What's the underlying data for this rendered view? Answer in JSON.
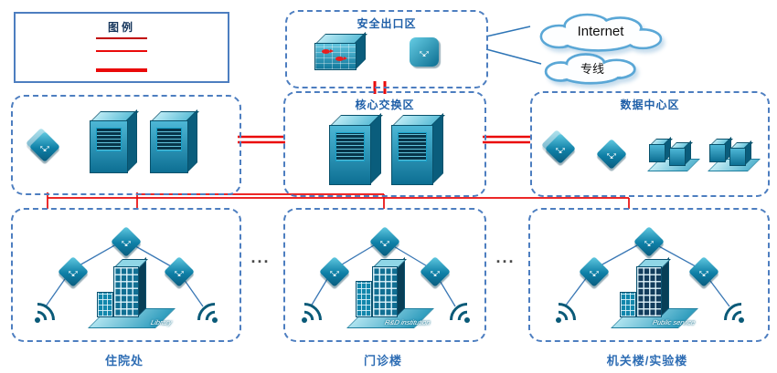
{
  "legend": {
    "title": "图例"
  },
  "clouds": {
    "internet": "Internet",
    "dedicated_line": "专线"
  },
  "zones": {
    "security_exit": {
      "title": "安全出口区"
    },
    "core_switching": {
      "title": "核心交换区"
    },
    "data_center": {
      "title": "数据中心区"
    }
  },
  "sites": {
    "inpatient": {
      "label": "住院处",
      "building_tag": "Library"
    },
    "outpatient": {
      "label": "门诊楼",
      "building_tag": "R&D institution"
    },
    "office": {
      "label": "机关楼/实验楼",
      "building_tag": "Public service"
    }
  },
  "separators": {
    "ellipsis": "..."
  },
  "colors": {
    "link_red": "#ea0a0a",
    "link_blue": "#2e75b6",
    "zone_border": "#4d7ec0",
    "title_blue": "#1f5fa8",
    "device_teal": "#0e7fa6"
  }
}
